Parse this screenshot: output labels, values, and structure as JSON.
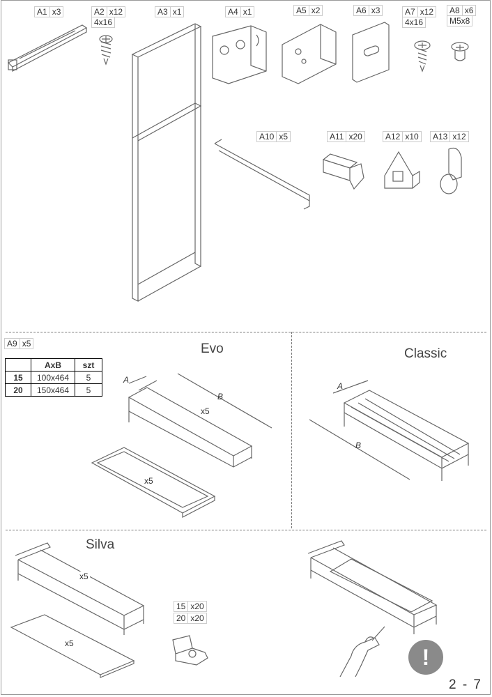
{
  "parts": [
    {
      "code": "A1",
      "qty": "x3",
      "spec": ""
    },
    {
      "code": "A2",
      "qty": "x12",
      "spec": "4x16"
    },
    {
      "code": "A3",
      "qty": "x1",
      "spec": ""
    },
    {
      "code": "A4",
      "qty": "x1",
      "spec": ""
    },
    {
      "code": "A5",
      "qty": "x2",
      "spec": ""
    },
    {
      "code": "A6",
      "qty": "x3",
      "spec": ""
    },
    {
      "code": "A7",
      "qty": "x12",
      "spec": "4x16"
    },
    {
      "code": "A8",
      "qty": "x6",
      "spec": "M5x8"
    },
    {
      "code": "A10",
      "qty": "x5",
      "spec": ""
    },
    {
      "code": "A11",
      "qty": "x20",
      "spec": ""
    },
    {
      "code": "A12",
      "qty": "x10",
      "spec": ""
    },
    {
      "code": "A13",
      "qty": "x12",
      "spec": ""
    },
    {
      "code": "A9",
      "qty": "x5",
      "spec": ""
    }
  ],
  "table": {
    "headers": [
      "",
      "AxB",
      "szt"
    ],
    "rows": [
      {
        "size": "15",
        "dims": "100x464",
        "count": "5"
      },
      {
        "size": "20",
        "dims": "150x464",
        "count": "5"
      }
    ]
  },
  "sections": {
    "evo": "Evo",
    "classic": "Classic",
    "silva": "Silva"
  },
  "evo": {
    "basket_qty": "x5",
    "tray_qty": "x5",
    "dim_a": "A",
    "dim_b": "B"
  },
  "classic": {
    "dim_a": "A",
    "dim_b": "B"
  },
  "silva": {
    "basket_qty": "x5",
    "shelf_qty": "x5",
    "clip_labels": [
      {
        "size": "15",
        "qty": "x20"
      },
      {
        "size": "20",
        "qty": "x20"
      }
    ]
  },
  "page_number": "2 - 7",
  "warning_icon": "exclamation-icon"
}
